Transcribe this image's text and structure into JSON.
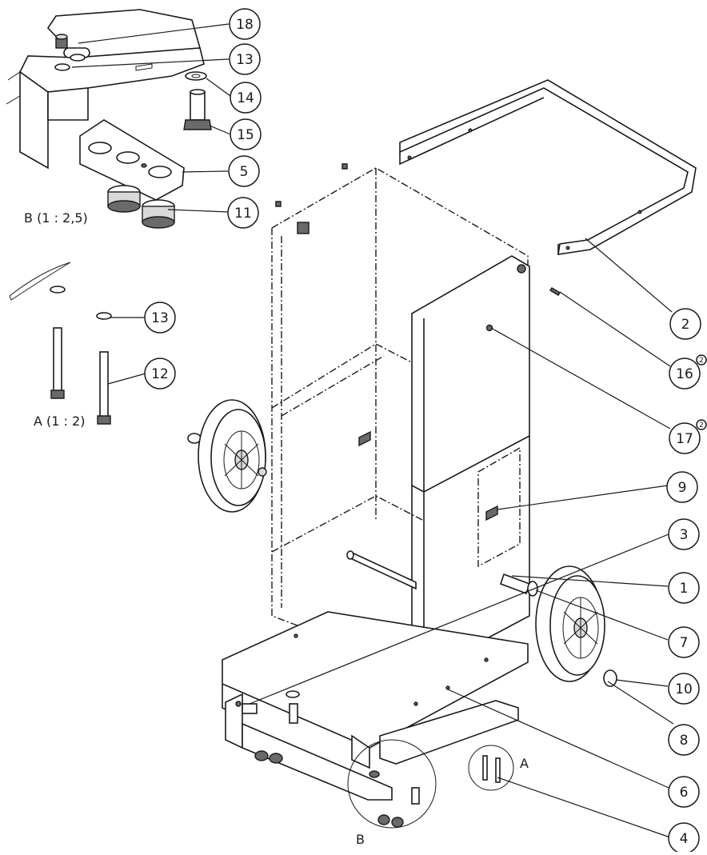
{
  "views": {
    "detail_b_caption": "B (1 : 2,5)",
    "detail_a_caption": "A (1 : 2)",
    "marker_a": "A",
    "marker_b": "B"
  },
  "callouts": [
    {
      "id": "18",
      "label": "18",
      "note": ""
    },
    {
      "id": "13a",
      "label": "13",
      "note": ""
    },
    {
      "id": "14",
      "label": "14",
      "note": ""
    },
    {
      "id": "15",
      "label": "15",
      "note": ""
    },
    {
      "id": "5",
      "label": "5",
      "note": ""
    },
    {
      "id": "11",
      "label": "11",
      "note": ""
    },
    {
      "id": "13b",
      "label": "13",
      "note": ""
    },
    {
      "id": "12",
      "label": "12",
      "note": ""
    },
    {
      "id": "2",
      "label": "2",
      "note": ""
    },
    {
      "id": "16",
      "label": "16",
      "note": "2"
    },
    {
      "id": "17",
      "label": "17",
      "note": "2"
    },
    {
      "id": "9",
      "label": "9",
      "note": ""
    },
    {
      "id": "3",
      "label": "3",
      "note": ""
    },
    {
      "id": "1",
      "label": "1",
      "note": ""
    },
    {
      "id": "7",
      "label": "7",
      "note": ""
    },
    {
      "id": "10",
      "label": "10",
      "note": ""
    },
    {
      "id": "8",
      "label": "8",
      "note": ""
    },
    {
      "id": "6",
      "label": "6",
      "note": ""
    },
    {
      "id": "4",
      "label": "4",
      "note": ""
    }
  ]
}
